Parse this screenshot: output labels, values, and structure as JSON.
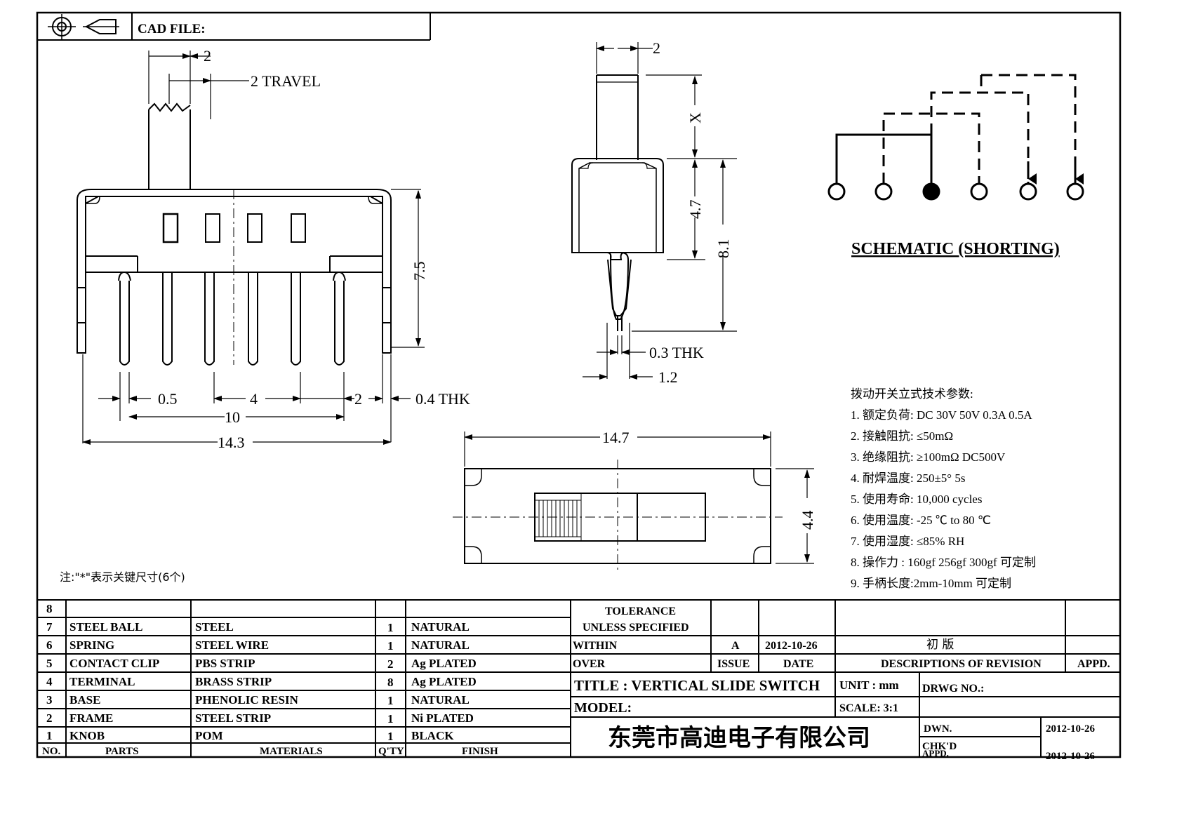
{
  "header": {
    "cad_file_label": "CAD FILE:"
  },
  "front_view": {
    "dims": {
      "stem_width": "2",
      "travel": "2  TRAVEL",
      "height": "7.5",
      "pin_width": "0.5",
      "pitch_4": "4",
      "pitch_2": "2",
      "pin_thk": "0.4  THK",
      "pin_span": "10",
      "overall": "14.3"
    }
  },
  "side_view": {
    "dims": {
      "stem_width": "2",
      "x": "X",
      "body": "4.7",
      "total": "8.1",
      "thk": "0.3  THK",
      "pin": "1.2"
    }
  },
  "top_view": {
    "dims": {
      "length": "14.7",
      "width": "4.4"
    }
  },
  "schematic": {
    "title": "SCHEMATIC (SHORTING)"
  },
  "note": "注:\"*\"表示关键尺寸(6个)",
  "specs": {
    "title": "拨动开关立式技术参数:",
    "items": [
      "1.  额定负荷: DC 30V    50V    0.3A    0.5A",
      "2.  接触阻抗:  ≤50mΩ",
      "3.  绝缘阻抗:  ≥100mΩ   DC500V",
      "4.  耐焊温度: 250±5°  5s",
      "5.  使用寿命: 10,000 cycles",
      "6.  使用温度: -25  ℃  to 80  ℃",
      "7.  使用湿度:  ≤85% RH",
      "8.  操作力 : 160gf    256gf    300gf  可定制",
      "9.  手柄长度:2mm-10mm  可定制"
    ]
  },
  "parts_table": {
    "headers": {
      "no": "NO.",
      "parts": "PARTS",
      "materials": "MATERIALS",
      "qty": "Q'TY",
      "finish": "FINISH"
    },
    "rows": [
      {
        "no": "8",
        "part": "",
        "material": "",
        "qty": "",
        "finish": ""
      },
      {
        "no": "7",
        "part": "STEEL  BALL",
        "material": "STEEL",
        "qty": "1",
        "finish": "NATURAL"
      },
      {
        "no": "6",
        "part": "SPRING",
        "material": "STEEL  WIRE",
        "qty": "1",
        "finish": "NATURAL"
      },
      {
        "no": "5",
        "part": "CONTACT  CLIP",
        "material": "PBS  STRIP",
        "qty": "2",
        "finish": "Ag  PLATED"
      },
      {
        "no": "4",
        "part": "TERMINAL",
        "material": "BRASS  STRIP",
        "qty": "8",
        "finish": "Ag  PLATED"
      },
      {
        "no": "3",
        "part": "BASE",
        "material": "PHENOLIC  RESIN",
        "qty": "1",
        "finish": "NATURAL"
      },
      {
        "no": "2",
        "part": "FRAME",
        "material": "STEEL  STRIP",
        "qty": "1",
        "finish": "Ni  PLATED"
      },
      {
        "no": "1",
        "part": "KNOB",
        "material": "POM",
        "qty": "1",
        "finish": "BLACK"
      }
    ]
  },
  "title_block": {
    "tolerance": "TOLERANCE",
    "unless": "UNLESS    SPECIFIED",
    "within": "WITHIN",
    "over": "OVER",
    "issue_value": "A",
    "date_value": "2012-10-26",
    "revision_value": "初  版",
    "issue_label": "ISSUE",
    "date_label": "DATE",
    "desc_label": "DESCRIPTIONS  OF  REVISION",
    "appd_label": "APPD.",
    "title": "TITLE :   VERTICAL  SLIDE  SWITCH",
    "unit": "UNIT :   mm",
    "drwg_no": "DRWG  NO.:",
    "model": "MODEL:",
    "scale": "SCALE:   3:1",
    "dwn_label": "DWN.",
    "dwn_date": "2012-10-26",
    "chkd_label": "CHK'D",
    "chkd_date": "2012-10-26",
    "appd2_label": "APPD.",
    "company": "东莞市高迪电子有限公司"
  }
}
